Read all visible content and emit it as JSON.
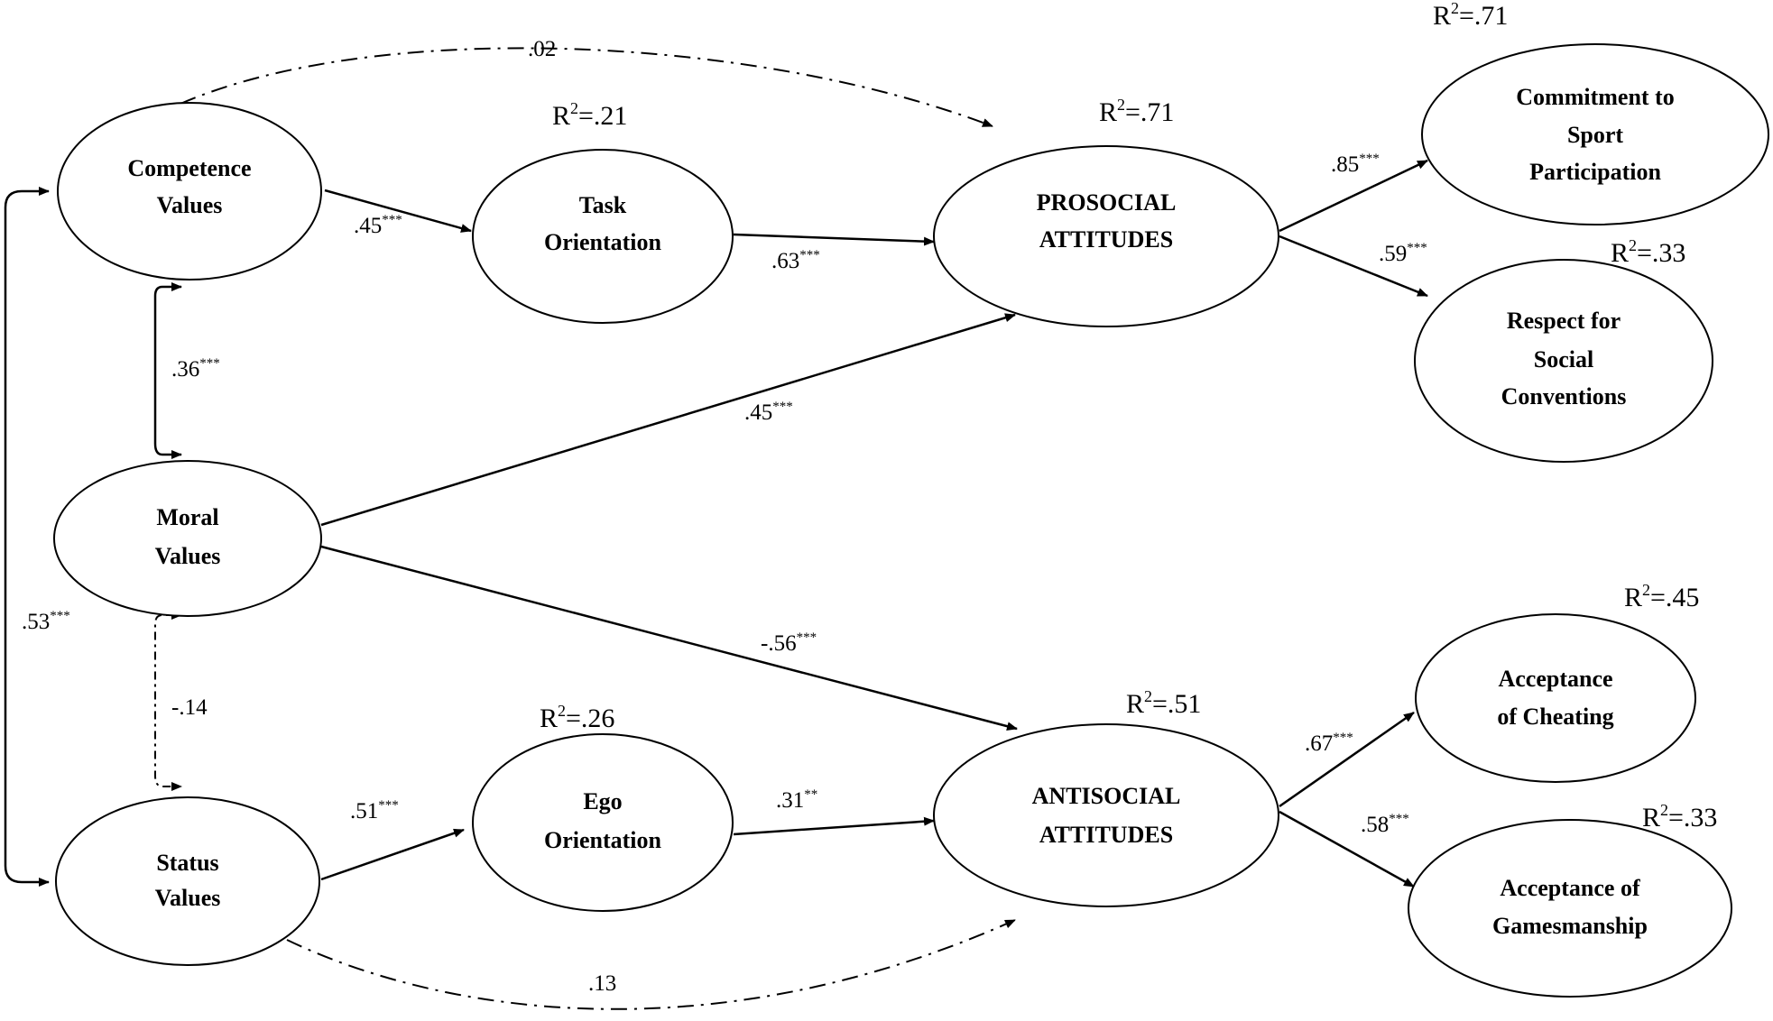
{
  "nodes": {
    "competence_values": [
      "Competence",
      "Values"
    ],
    "moral_values": [
      "Moral",
      "Values"
    ],
    "status_values": [
      "Status",
      "Values"
    ],
    "task_orientation": [
      "Task",
      "Orientation"
    ],
    "ego_orientation": [
      "Ego",
      "Orientation"
    ],
    "prosocial_attitudes": [
      "PROSOCIAL",
      "ATTITUDES"
    ],
    "antisocial_attitudes": [
      "ANTISOCIAL",
      "ATTITUDES"
    ],
    "commitment": [
      "Commitment to",
      "Sport",
      "Participation"
    ],
    "respect": [
      "Respect for",
      "Social",
      "Conventions"
    ],
    "cheating": [
      "Acceptance",
      "of Cheating"
    ],
    "gamesmanship": [
      "Acceptance of",
      "Gamesmanship"
    ]
  },
  "r_squared": {
    "task_orientation": "=.21",
    "prosocial_attitudes": "=.71",
    "commitment": "=.71",
    "respect": "=.33",
    "ego_orientation": "=.26",
    "antisocial_attitudes": "=.51",
    "cheating": "=.45",
    "gamesmanship": "=.33",
    "r_letter": "R",
    "r_superscript": "2"
  },
  "paths": {
    "competence_to_prosocial": {
      "value": ".02",
      "sig": ""
    },
    "competence_to_task": {
      "value": ".45",
      "sig": "***"
    },
    "task_to_prosocial": {
      "value": ".63",
      "sig": "***"
    },
    "prosocial_to_commitment": {
      "value": ".85",
      "sig": "***"
    },
    "prosocial_to_respect": {
      "value": ".59",
      "sig": "***"
    },
    "competence_moral": {
      "value": ".36",
      "sig": "***"
    },
    "moral_to_prosocial": {
      "value": ".45",
      "sig": "***"
    },
    "competence_status": {
      "value": ".53",
      "sig": "***"
    },
    "moral_to_antisocial": {
      "value": "-.56",
      "sig": "***"
    },
    "moral_status": {
      "value": "-.14",
      "sig": ""
    },
    "status_to_ego": {
      "value": ".51",
      "sig": "***"
    },
    "ego_to_antisocial": {
      "value": ".31",
      "sig": "**"
    },
    "antisocial_to_cheating": {
      "value": ".67",
      "sig": "***"
    },
    "antisocial_to_gamesmanship": {
      "value": ".58",
      "sig": "***"
    },
    "status_to_antisocial": {
      "value": ".13",
      "sig": ""
    }
  },
  "colors": {
    "stroke": "#000000",
    "background": "#ffffff"
  }
}
